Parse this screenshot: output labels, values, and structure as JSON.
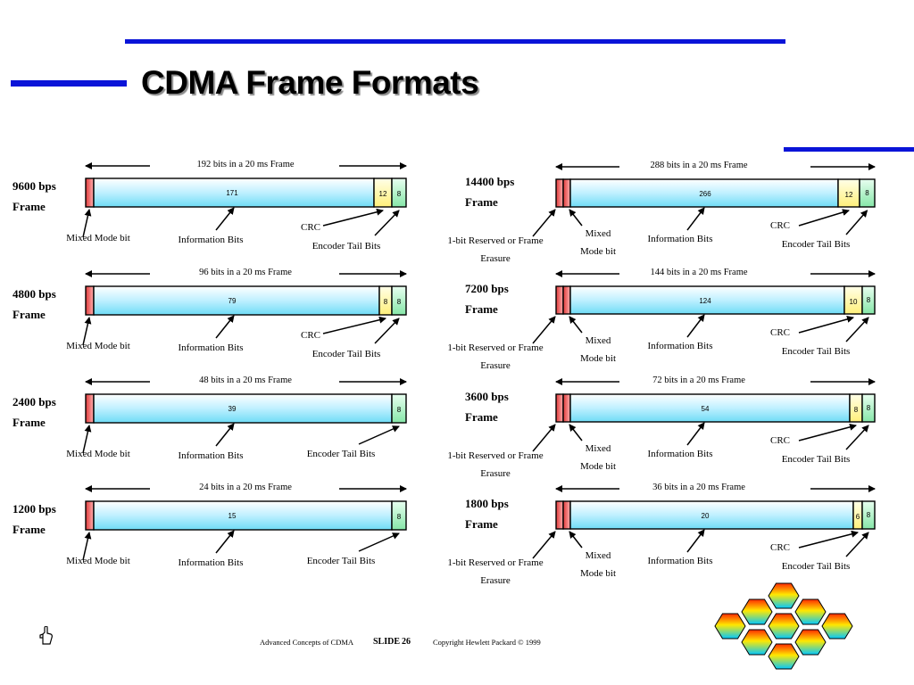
{
  "title": "CDMA Frame Formats",
  "colors": {
    "accent_rule": "#0a14d8",
    "mixed_bit": "#f07070",
    "info_bits": "#c8f4ff",
    "crc": "#fff8a0",
    "tail": "#b8f4c8"
  },
  "left_frames": [
    {
      "rate": "9600 bps",
      "frame_word": "Frame",
      "span": "192 bits in a 20 ms Frame",
      "info_bits": "171",
      "crc_bits": "12",
      "tail_bits": "8",
      "mixed_label": "Mixed Mode bit",
      "info_label": "Information Bits",
      "crc_label": "CRC",
      "tail_label": "Encoder Tail Bits"
    },
    {
      "rate": "4800 bps",
      "frame_word": "Frame",
      "span": "96 bits in a 20 ms Frame",
      "info_bits": "79",
      "crc_bits": "8",
      "tail_bits": "8",
      "mixed_label": "Mixed Mode bit",
      "info_label": "Information Bits",
      "crc_label": "CRC",
      "tail_label": "Encoder Tail Bits"
    },
    {
      "rate": "2400 bps",
      "frame_word": "Frame",
      "span": "48 bits in a 20 ms Frame",
      "info_bits": "39",
      "tail_bits": "8",
      "mixed_label": "Mixed Mode bit",
      "info_label": "Information Bits",
      "tail_label": "Encoder Tail Bits"
    },
    {
      "rate": "1200 bps",
      "frame_word": "Frame",
      "span": "24 bits in a 20 ms Frame",
      "info_bits": "15",
      "tail_bits": "8",
      "mixed_label": "Mixed Mode bit",
      "info_label": "Information Bits",
      "tail_label": "Encoder Tail Bits"
    }
  ],
  "right_frames": [
    {
      "rate": "14400 bps",
      "frame_word": "Frame",
      "span": "288 bits in a 20 ms Frame",
      "info_bits": "266",
      "crc_bits": "12",
      "tail_bits": "8",
      "reserved_label_1": "1-bit Reserved or Frame",
      "reserved_label_2": "Erasure",
      "mixed_label_1": "Mixed",
      "mixed_label_2": "Mode bit",
      "info_label": "Information Bits",
      "crc_label": "CRC",
      "tail_label": "Encoder Tail Bits"
    },
    {
      "rate": "7200 bps",
      "frame_word": "Frame",
      "span": "144 bits in a 20 ms Frame",
      "info_bits": "124",
      "crc_bits": "10",
      "tail_bits": "8",
      "reserved_label_1": "1-bit Reserved or Frame",
      "reserved_label_2": "Erasure",
      "mixed_label_1": "Mixed",
      "mixed_label_2": "Mode bit",
      "info_label": "Information Bits",
      "crc_label": "CRC",
      "tail_label": "Encoder Tail Bits"
    },
    {
      "rate": "3600 bps",
      "frame_word": "Frame",
      "span": "72 bits in a 20 ms Frame",
      "info_bits": "54",
      "crc_bits": "8",
      "tail_bits": "8",
      "reserved_label_1": "1-bit Reserved or Frame",
      "reserved_label_2": "Erasure",
      "mixed_label_1": "Mixed",
      "mixed_label_2": "Mode bit",
      "info_label": "Information Bits",
      "crc_label": "CRC",
      "tail_label": "Encoder Tail Bits"
    },
    {
      "rate": "1800 bps",
      "frame_word": "Frame",
      "span": "36 bits in a 20 ms Frame",
      "info_bits": "20",
      "crc_bits": "6",
      "tail_bits": "8",
      "reserved_label_1": "1-bit Reserved or Frame",
      "reserved_label_2": "Erasure",
      "mixed_label_1": "Mixed",
      "mixed_label_2": "Mode bit",
      "info_label": "Information Bits",
      "crc_label": "CRC",
      "tail_label": "Encoder Tail Bits"
    }
  ],
  "footer": {
    "course": "Advanced Concepts of CDMA",
    "slide_label": "SLIDE",
    "slide_number": "26",
    "copyright": "Copyright Hewlett Packard © 1999"
  },
  "icons": {
    "hand": "pointing-hand-icon",
    "logo": "honeycomb-logo-icon"
  }
}
